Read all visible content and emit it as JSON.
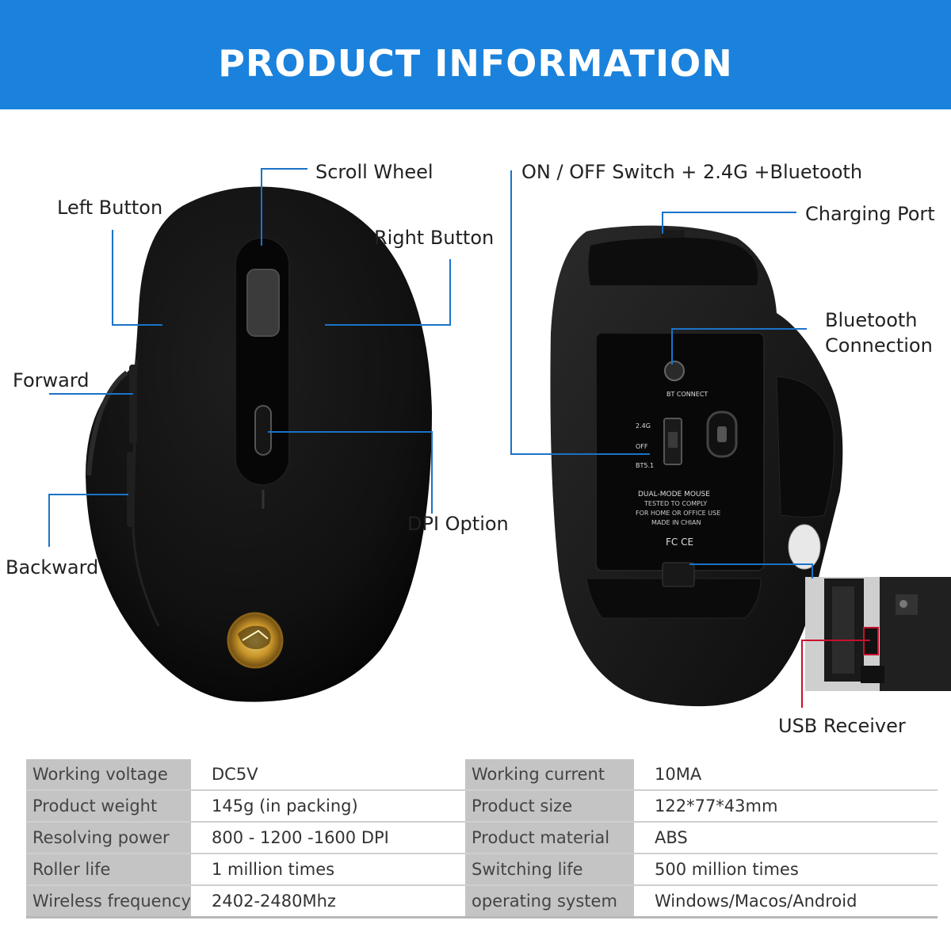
{
  "banner": {
    "title": "PRODUCT INFORMATION",
    "color": "#1a82dc"
  },
  "labels": {
    "left_button": "Left Button",
    "scroll_wheel": "Scroll Wheel",
    "right_button": "Right Button",
    "forward": "Forward",
    "backward": "Backward",
    "dpi_option": "DPI Option",
    "on_off_switch": "ON / OFF Switch + 2.4G +Bluetooth",
    "charging_port": "Charging Port",
    "bluetooth_connection_line1": "Bluetooth",
    "bluetooth_connection_line2": "Connection",
    "usb_receiver": "USB Receiver"
  },
  "underside_print": {
    "bt_connect": "BT CONNECT",
    "mode_24g": "2.4G",
    "mode_off": "OFF",
    "mode_bt": "BT5.1",
    "line1": "DUAL-MODE MOUSE",
    "line2": "TESTED TO COMPLY",
    "line3": "FOR HOME OR OFFICE USE",
    "line4": "MADE IN CHIAN",
    "marks": "FC CE"
  },
  "specs": [
    {
      "k1": "Working voltage",
      "v1": "DC5V",
      "k2": "Working current",
      "v2": "10MA"
    },
    {
      "k1": "Product weight",
      "v1": "145g (in packing)",
      "k2": "Product size",
      "v2": "122*77*43mm"
    },
    {
      "k1": "Resolving power",
      "v1": "800 - 1200 -1600 DPI",
      "k2": "Product material",
      "v2": "ABS"
    },
    {
      "k1": "Roller life",
      "v1": " 1 million times",
      "k2": "Switching life",
      "v2": "500 million times"
    },
    {
      "k1": "Wireless frequency",
      "v1": "2402-2480Mhz",
      "k2": "operating system",
      "v2": "Windows/Macos/Android"
    }
  ],
  "colors": {
    "callout_line": "#1a73c8",
    "usb_line": "#c8102e",
    "spec_key_bg": "#c4c4c4"
  }
}
